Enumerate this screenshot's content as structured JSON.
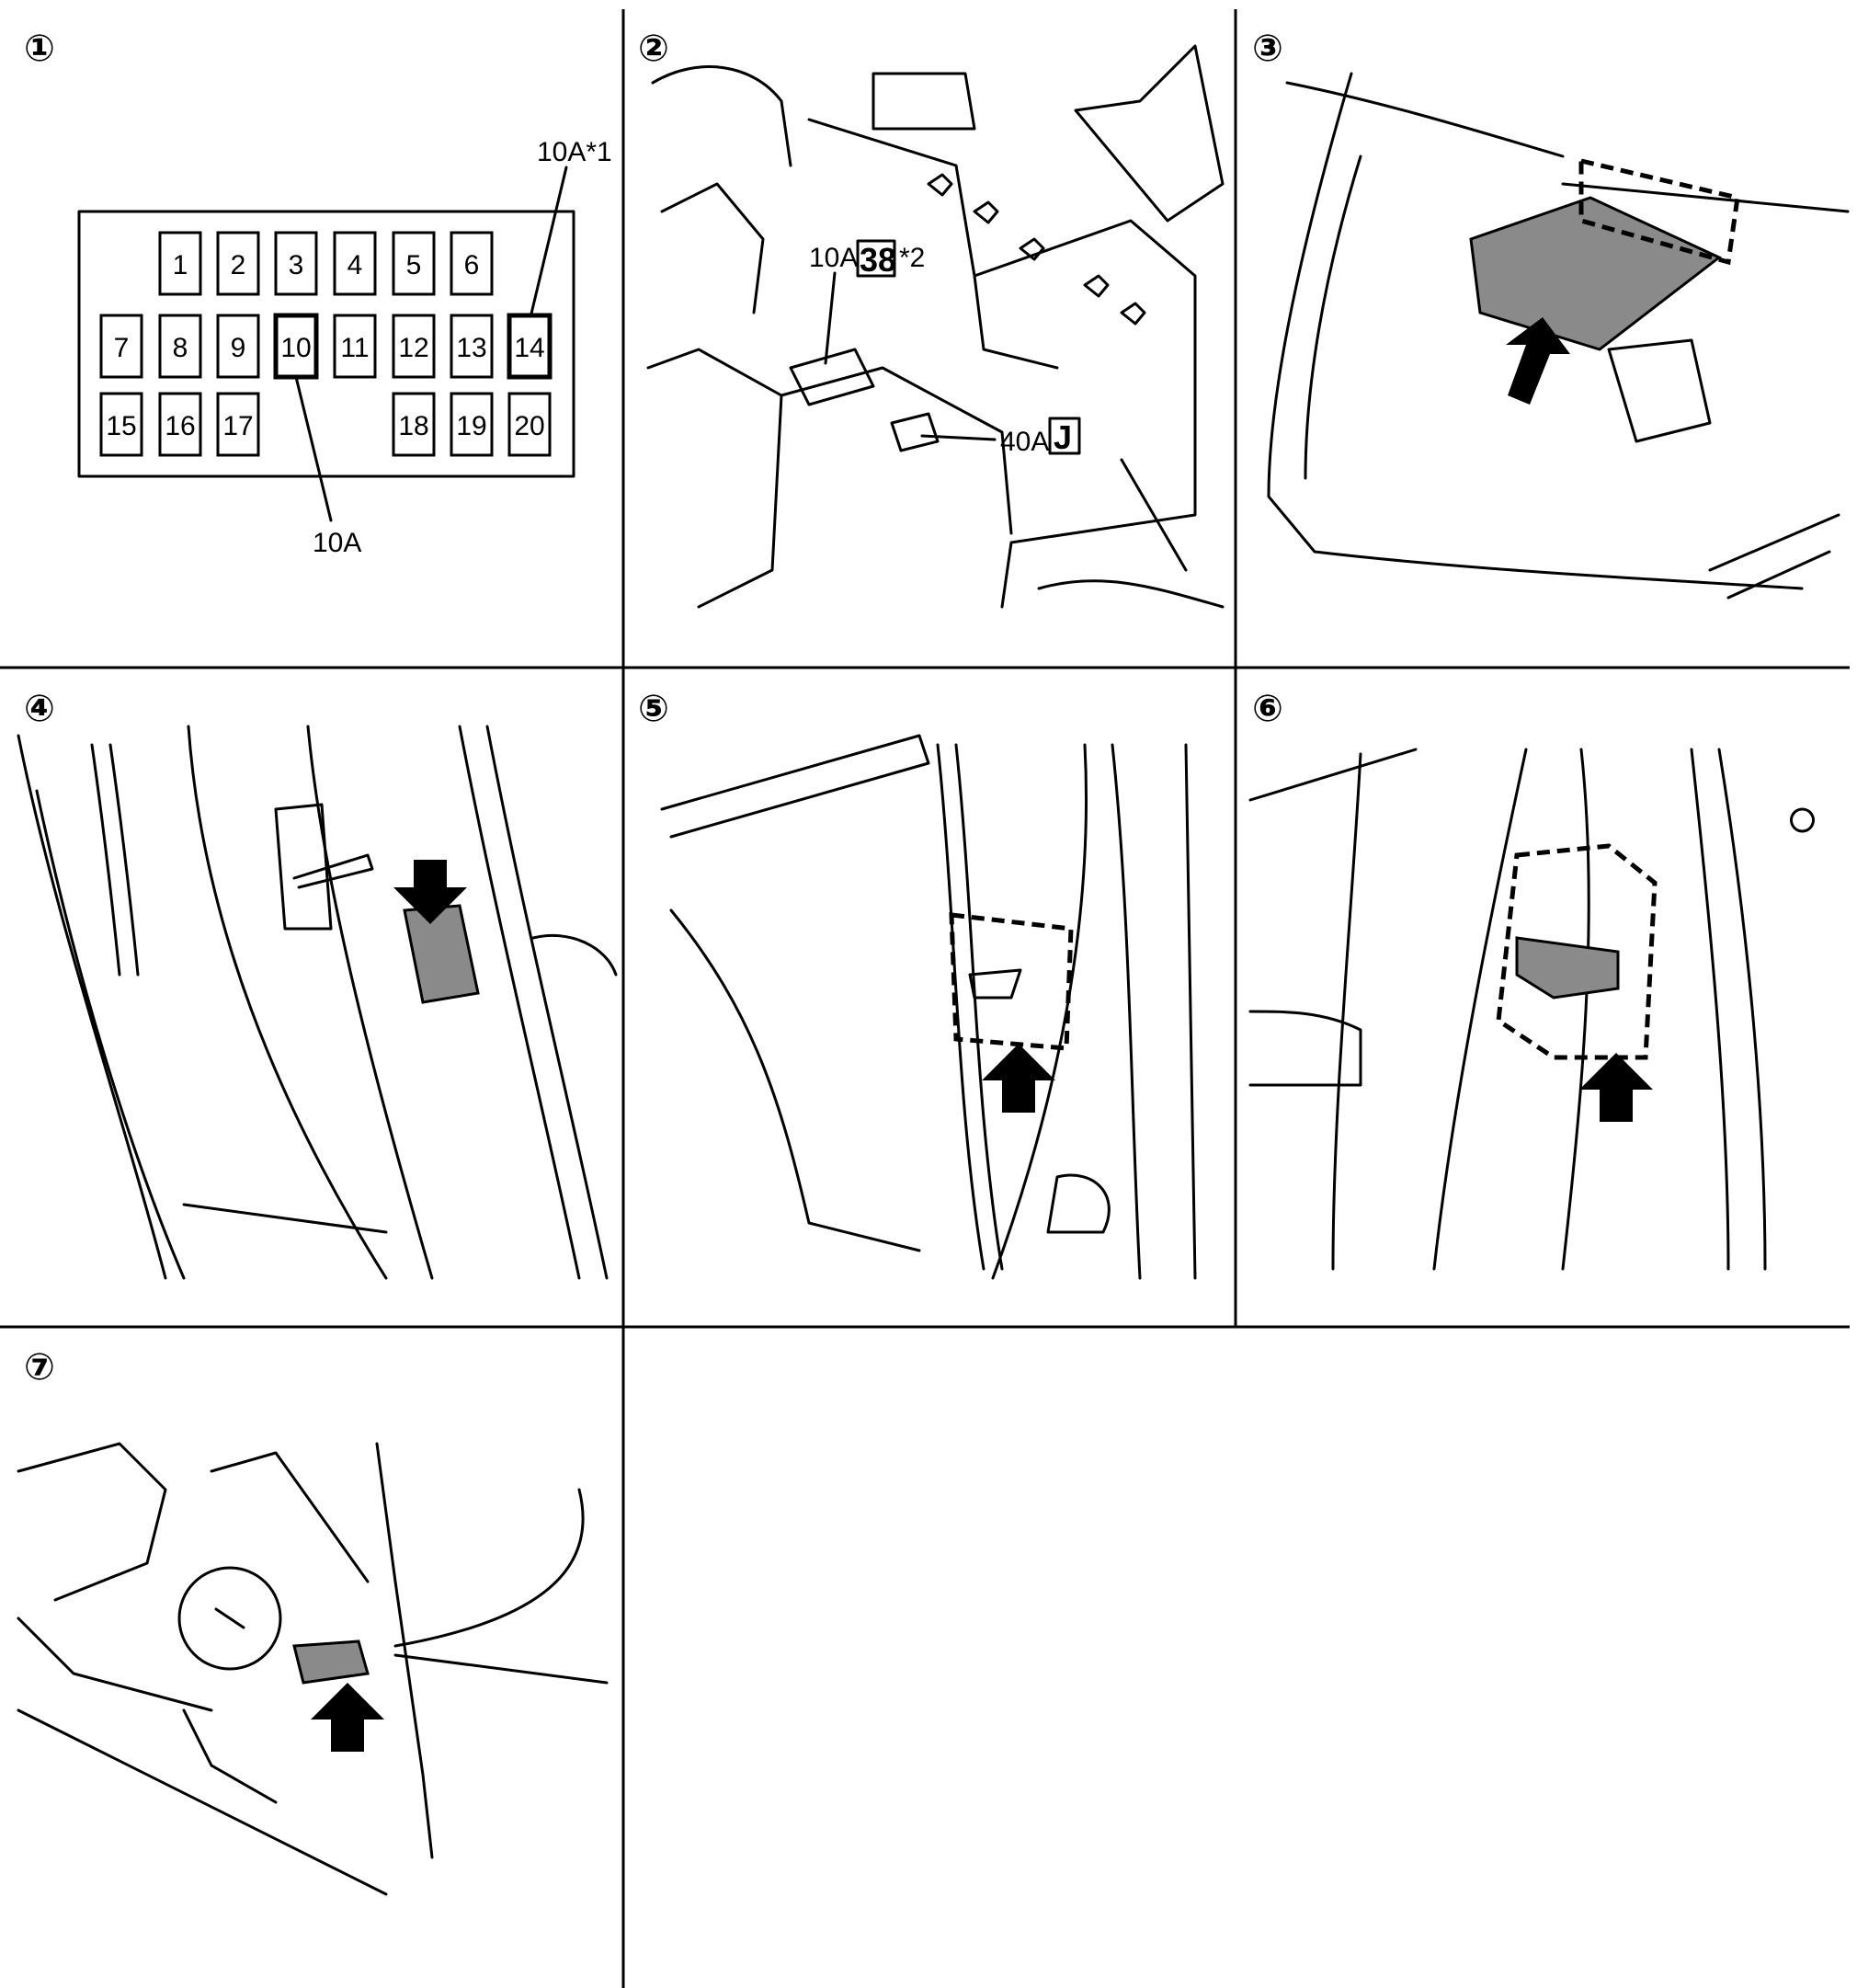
{
  "panels": [
    {
      "number": "①",
      "label_fuse_14": "10A*1",
      "label_fuse_10": "10A",
      "fuses": [
        "1",
        "2",
        "3",
        "4",
        "5",
        "6",
        "7",
        "8",
        "9",
        "10",
        "11",
        "12",
        "13",
        "14",
        "15",
        "16",
        "17",
        "18",
        "19",
        "20"
      ],
      "highlighted_fuses": [
        "10",
        "14"
      ]
    },
    {
      "number": "②",
      "label_small_fuse": "10A",
      "label_fuse_box_code": "38",
      "label_note": "*2",
      "label_big_fuse": "40A",
      "label_big_fuse_code": "J"
    },
    {
      "number": "③"
    },
    {
      "number": "④"
    },
    {
      "number": "⑤"
    },
    {
      "number": "⑥"
    },
    {
      "number": "⑦"
    }
  ]
}
